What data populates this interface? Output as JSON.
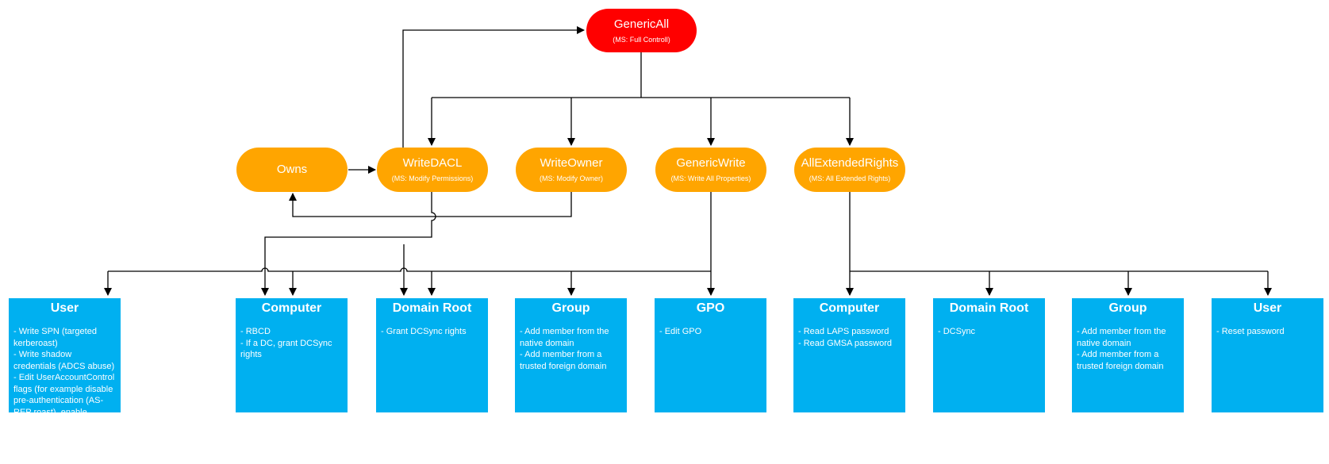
{
  "nodes": {
    "generic_all": {
      "title": "GenericAll",
      "subtitle": "(MS: Full Controll)"
    },
    "owns": {
      "title": "Owns"
    },
    "write_dacl": {
      "title": "WriteDACL",
      "subtitle": "(MS: Modify Permissions)"
    },
    "write_owner": {
      "title": "WriteOwner",
      "subtitle": "(MS: Modify Owner)"
    },
    "generic_write": {
      "title": "GenericWrite",
      "subtitle": "(MS: Write All Properties)"
    },
    "all_extended_rights": {
      "title": "AllExtendedRights",
      "subtitle": "(MS: All Extended Rights)"
    }
  },
  "targets": [
    {
      "title": "User",
      "desc": "- Write SPN (targeted kerberoast)\n- Write shadow credentials (ADCS abuse)\n- Edit UserAccountControl flags (for example disable pre-authentication (AS-REP roast), enable accounts, disable smartcard logon required and add a login script path)"
    },
    {
      "title": "Computer",
      "desc": "- RBCD\n- If a DC, grant DCSync rights"
    },
    {
      "title": "Domain Root",
      "desc": "- Grant DCSync rights"
    },
    {
      "title": "Group",
      "desc": "- Add member from the native domain\n- Add member from a trusted foreign domain"
    },
    {
      "title": "GPO",
      "desc": "- Edit GPO"
    },
    {
      "title": "Computer",
      "desc": "- Read LAPS password\n- Read GMSA password"
    },
    {
      "title": "Domain Root",
      "desc": "- DCSync"
    },
    {
      "title": "Group",
      "desc": "- Add member from the native domain\n- Add member from a trusted foreign domain"
    },
    {
      "title": "User",
      "desc": "- Reset password"
    }
  ],
  "colors": {
    "generic_all": "#ff0000",
    "rights": "#ffa500",
    "targets": "#00b0f0",
    "lines": "#000000"
  }
}
